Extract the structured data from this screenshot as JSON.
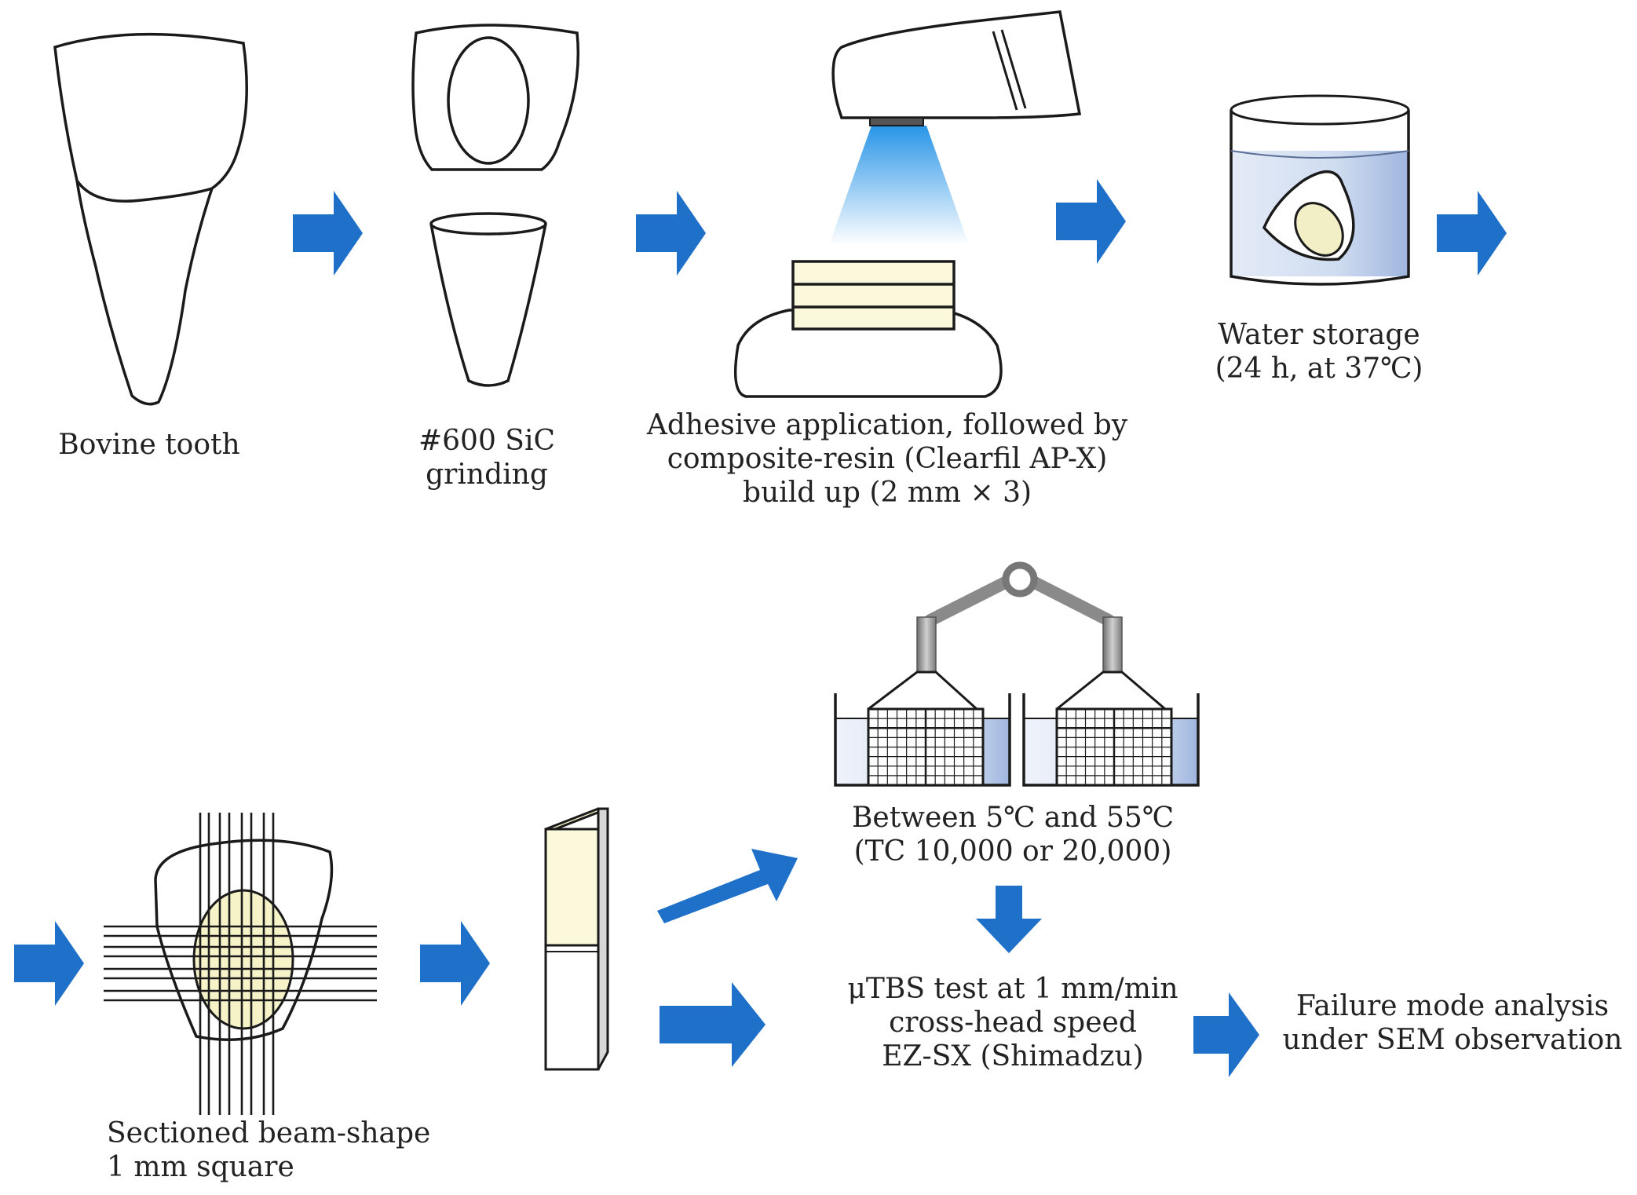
{
  "colors": {
    "arrow": "#1f70c9",
    "outline": "#1a1a1a",
    "resin": "#fbf8dc",
    "water": "#c3d2ec",
    "water_light": "#e6edf8",
    "light_beam": "#3aa5ec",
    "metal": "#9c9c9c"
  },
  "steps": {
    "bovine_tooth": {
      "lines": [
        "Bovine tooth"
      ]
    },
    "sic_grinding": {
      "lines": [
        "#600 SiC",
        "grinding"
      ]
    },
    "adhesive": {
      "lines": [
        "Adhesive application, followed by",
        "composite-resin (Clearfil AP-X)",
        "build up (2 mm × 3)"
      ]
    },
    "water_storage": {
      "lines": [
        "Water storage",
        "(24 h, at 37℃)"
      ]
    },
    "sectioned": {
      "lines": [
        "Sectioned beam-shape",
        "1 mm square"
      ]
    },
    "thermocycling": {
      "lines": [
        "Between 5℃ and 55℃",
        "(TC 10,000 or 20,000)"
      ]
    },
    "utbs_test": {
      "lines": [
        "μTBS test at 1 mm/min",
        "cross-head speed",
        "EZ-SX (Shimadzu)"
      ]
    },
    "failure_mode": {
      "lines": [
        "Failure mode analysis",
        "under SEM observation"
      ]
    }
  }
}
